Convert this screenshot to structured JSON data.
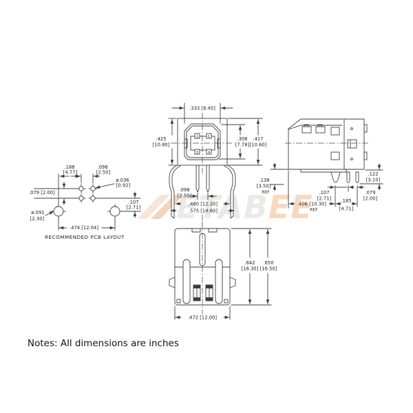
{
  "notes": "Notes: All dimensions are inches",
  "watermark": {
    "letters_gray": "ETAB",
    "letters_orange": "EE"
  },
  "pcb_layout": {
    "caption": "RECOMMENDED PCB LAYOUT",
    "dim_188_in": ".188",
    "dim_188_mm": "[4.77]",
    "dim_098_in": ".098",
    "dim_098_mm": "[2.50]",
    "dim_036_in": "ø.036",
    "dim_036_mm": "[0.92]",
    "dim_079": ".079  [2.00]",
    "dim_107_in": ".107",
    "dim_107_mm": "[2.71]",
    "dim_091_in": "ø.091",
    "dim_091_mm": "[2.30]",
    "dim_474": ".474  [12.04]"
  },
  "front_view": {
    "dim_333": ".333  [8.45]",
    "dim_425_in": ".425",
    "dim_425_mm": "[10.80]",
    "dim_306_in": ".306",
    "dim_306_mm": "[7.78]",
    "dim_417_in": ".417",
    "dim_417_mm": "[10.60]",
    "dim_098_in": ".098",
    "dim_098_mm": "[2.50]",
    "dim_480": ".480  [12.20]",
    "dim_575": ".575  [14.60]",
    "dim_138_in": ".138",
    "dim_138_mm": "[3.50]",
    "dim_138_ref": "REF",
    "pin1": "1",
    "pin2": "2",
    "pin3": "3",
    "pin4": "4"
  },
  "side_view": {
    "dim_122_in": ".122",
    "dim_122_mm": "[3.10]",
    "dim_107_in": ".107",
    "dim_107_mm": "[2.71]",
    "dim_079_in": ".079",
    "dim_079_mm": "[2.00]",
    "dim_406": ".406  [10.30]",
    "dim_406_ref": "REF",
    "dim_185_in": ".185",
    "dim_185_mm": "[4.71]"
  },
  "top_view": {
    "dim_642_in": ".642",
    "dim_642_mm": "[16.30]",
    "dim_650_in": ".650",
    "dim_650_mm": "[16.50]",
    "dim_472": ".472  [12.00]"
  },
  "colors": {
    "line": "#3d3d3d",
    "wm_orange": "#f0b583",
    "wm_gray": "#d8d6d4"
  }
}
